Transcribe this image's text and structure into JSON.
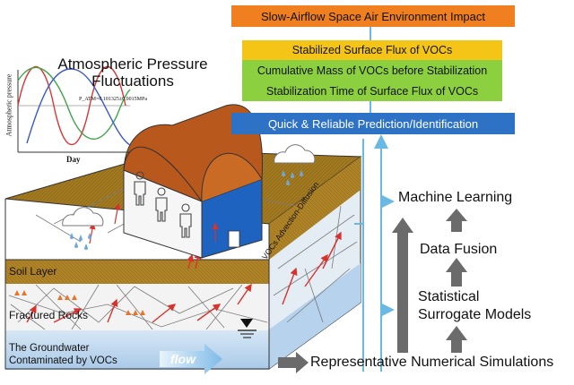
{
  "inset_chart": {
    "title_line1": "Atmospheric Pressure",
    "title_line2": "Fluctuations",
    "ylabel": "Atmospheric pressure",
    "xlabel": "Day",
    "annotation": "P_ATM=0.101325±0.0015MPa"
  },
  "top_boxes": {
    "impact": "Slow-Airflow Space Air Environment Impact",
    "flux": "Stabilized Surface Flux of VOCs",
    "mass": "Cumulative Mass of VOCs before Stabilization",
    "time": "Stabilization Time of Surface Flux of VOCs",
    "prediction": "Quick & Reliable Prediction/Identification"
  },
  "steps": {
    "ml": "Machine Learning",
    "fusion": "Data Fusion",
    "surrogate_line1": "Statistical",
    "surrogate_line2": "Surrogate Models",
    "numerical": "Representative Numerical Simulations"
  },
  "layers": {
    "soil": "Soil Layer",
    "rocks": "Fractured Rocks",
    "gw_line1": "The Groundwater",
    "gw_line2": "Contaminated by VOCs",
    "flow": "flow",
    "advection": "VOCs Advection-Diffusion"
  },
  "colors": {
    "orange": "#f07f1f",
    "yellow": "#f4c416",
    "green": "#8cd040",
    "blue_box": "#2e72c6",
    "soil": "#a37b22",
    "house_wall": "#f4f4f4",
    "house_side": "#1f63c1",
    "roof": "#b9581c",
    "groundwater": "#bfd8ee",
    "arrow_blue": "#6ab9e4",
    "arrow_gray": "#6b6b6b"
  }
}
